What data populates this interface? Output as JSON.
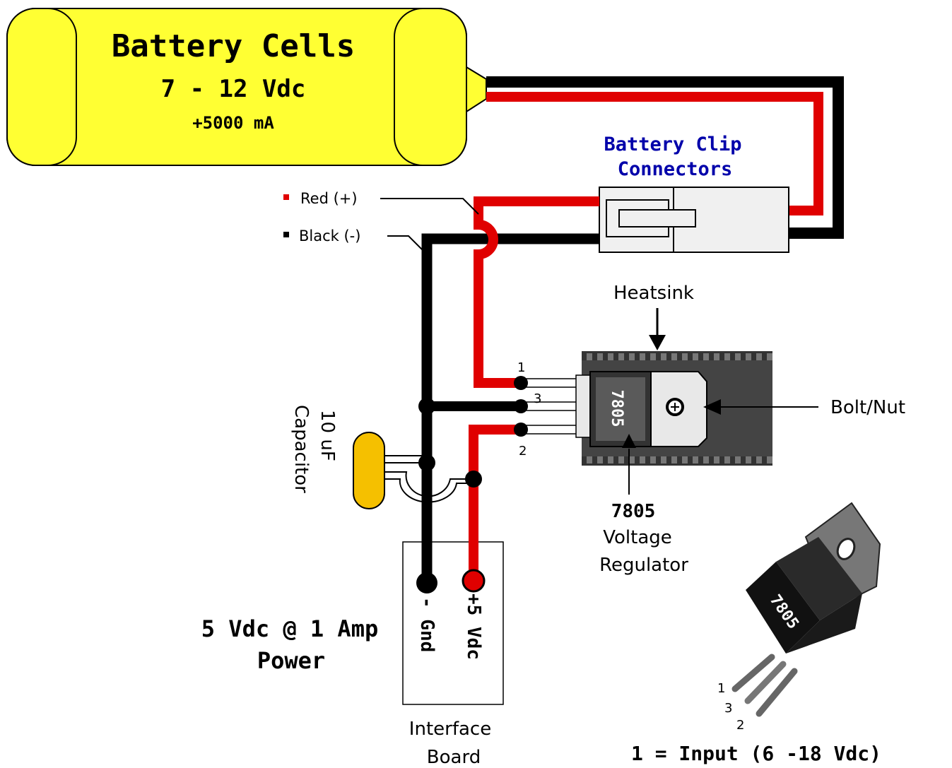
{
  "battery": {
    "title": "Battery Cells",
    "voltage": "7 - 12 Vdc",
    "capacity": "+5000 mA",
    "fill_color": "#ffff33"
  },
  "connector": {
    "label_line1": "Battery Clip",
    "label_line2": "Connectors",
    "label_color": "#0000aa"
  },
  "wires": {
    "red_label": "Red (+)",
    "black_label": "Black (-)",
    "red_color": "#e00000",
    "black_color": "#000000"
  },
  "heatsink": {
    "label": "Heatsink"
  },
  "bolt": {
    "label": "Bolt/Nut"
  },
  "regulator": {
    "chip_text": "7805",
    "label_line1": "7805",
    "label_line2": "Voltage",
    "label_line3": "Regulator",
    "pin1": "1",
    "pin2": "2",
    "pin3": "3"
  },
  "capacitor": {
    "label_line1": "10 uF",
    "label_line2": "Capacitor",
    "fill_color": "#f5c000"
  },
  "board": {
    "gnd_label": "- Gnd",
    "plus_label": "+5 Vdc",
    "label_line1": "Interface",
    "label_line2": "Board"
  },
  "power": {
    "line1": "5 Vdc  @ 1 Amp",
    "line2": "Power"
  },
  "package": {
    "chip_text": "7805",
    "pin1": "1",
    "pin3": "3",
    "pin2": "2"
  },
  "legend": {
    "input_note": "1 = Input   (6 -18 Vdc)"
  }
}
